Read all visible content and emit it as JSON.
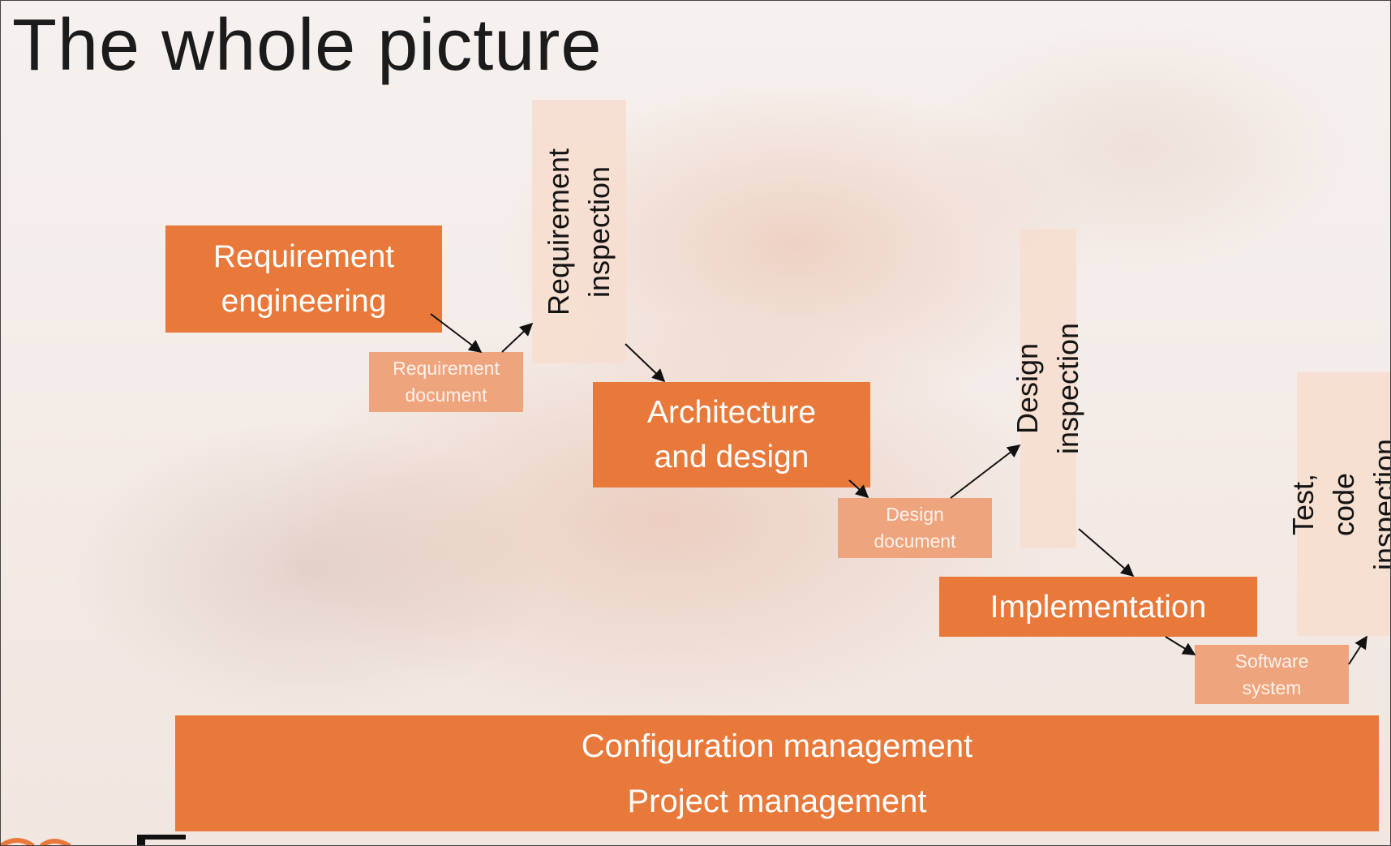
{
  "title": "The whole picture",
  "process_boxes": {
    "requirement_engineering": "Requirement\nengineering",
    "architecture_design": "Architecture\nand design",
    "implementation": "Implementation"
  },
  "documents": {
    "requirement_document": "Requirement\ndocument",
    "design_document": "Design\ndocument",
    "software_system": "Software\nsystem"
  },
  "inspections": {
    "requirement_inspection": "Requirement\ninspection",
    "design_inspection": "Design inspection",
    "test_code_inspection": "Test, code\ninspection"
  },
  "management": {
    "configuration": "Configuration management",
    "project": "Project management"
  },
  "colors": {
    "process": "#e8793a",
    "document": "#eea47c",
    "inspection": "#f6ded0",
    "arrow": "#111111"
  }
}
